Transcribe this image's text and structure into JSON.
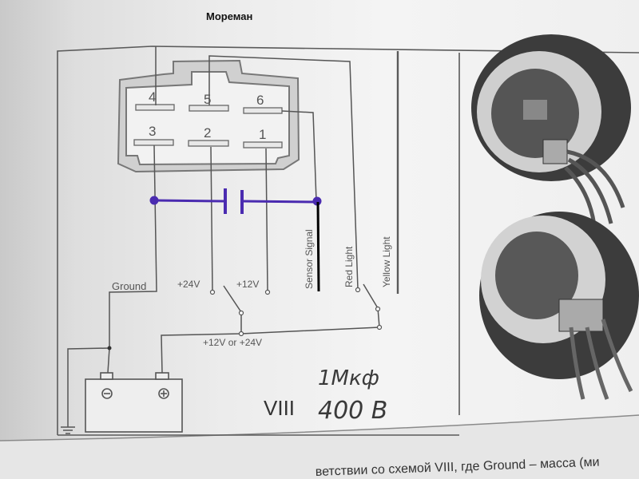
{
  "title": "Мореман",
  "connector": {
    "pins_top": [
      "4",
      "5",
      "6"
    ],
    "pins_bottom": [
      "3",
      "2",
      "1"
    ]
  },
  "labels": {
    "ground": "Ground",
    "v24": "+24V",
    "v12": "+12V",
    "sensor_signal": "Sensor Signal",
    "red_light": "Red Light",
    "yellow_light": "Yellow Light",
    "supply": "+12V or +24V",
    "scheme_number": "VIII"
  },
  "handwritten": {
    "capacitance": "1Мкф",
    "voltage": "400 В"
  },
  "footer_text": "ветствии со схемой VIII, где Ground – масса (ми",
  "colors": {
    "capacitor_ink": "#4a2bb0",
    "line": "#5a5a5a"
  }
}
